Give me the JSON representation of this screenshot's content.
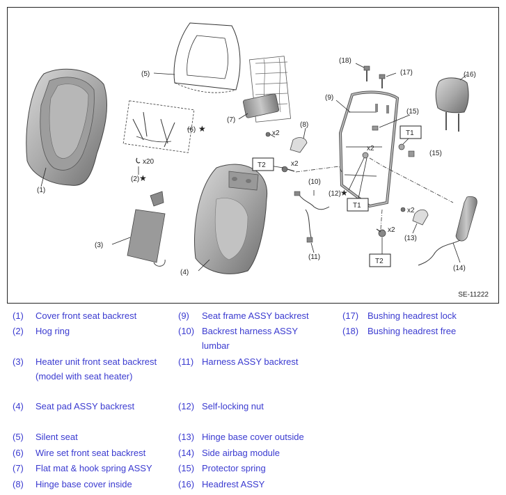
{
  "diagram": {
    "figure_code": "SE-11222",
    "callouts": {
      "c1": "(1)",
      "c2": "(2)",
      "c3": "(3)",
      "c4": "(4)",
      "c5": "(5)",
      "c6": "(6)",
      "c7": "(7)",
      "c8": "(8)",
      "c9": "(9)",
      "c10": "(10)",
      "c11": "(11)",
      "c12": "(12)",
      "c13": "(13)",
      "c14": "(14)",
      "c15a": "(15)",
      "c15b": "(15)",
      "c16": "(16)",
      "c17": "(17)",
      "c18": "(18)"
    },
    "star": "★",
    "quantities": {
      "x20": "x20",
      "x2": "x2"
    },
    "torque_labels": {
      "t1": "T1",
      "t2": "T2"
    }
  },
  "legend": [
    {
      "num": "(1)",
      "text": "Cover front seat backrest"
    },
    {
      "num": "(2)",
      "text": "Hog ring"
    },
    {
      "num": "(3)",
      "text": "Heater unit front seat backrest (model with seat heater)"
    },
    {
      "num": "(4)",
      "text": "Seat pad ASSY backrest"
    },
    {
      "num": "(5)",
      "text": "Silent seat"
    },
    {
      "num": "(6)",
      "text": "Wire set front seat backrest"
    },
    {
      "num": "(7)",
      "text": "Flat mat & hook spring ASSY"
    },
    {
      "num": "(8)",
      "text": "Hinge base cover inside"
    },
    {
      "num": "(9)",
      "text": "Seat frame ASSY backrest"
    },
    {
      "num": "(10)",
      "text": "Backrest harness ASSY lumbar"
    },
    {
      "num": "(11)",
      "text": "Harness ASSY backrest"
    },
    {
      "num": "(12)",
      "text": "Self-locking nut"
    },
    {
      "num": "(13)",
      "text": "Hinge base cover outside"
    },
    {
      "num": "(14)",
      "text": "Side airbag module"
    },
    {
      "num": "(15)",
      "text": "Protector spring"
    },
    {
      "num": "(16)",
      "text": "Headrest ASSY"
    },
    {
      "num": "(17)",
      "text": "Bushing headrest lock"
    },
    {
      "num": "(18)",
      "text": "Bushing headrest free"
    }
  ]
}
